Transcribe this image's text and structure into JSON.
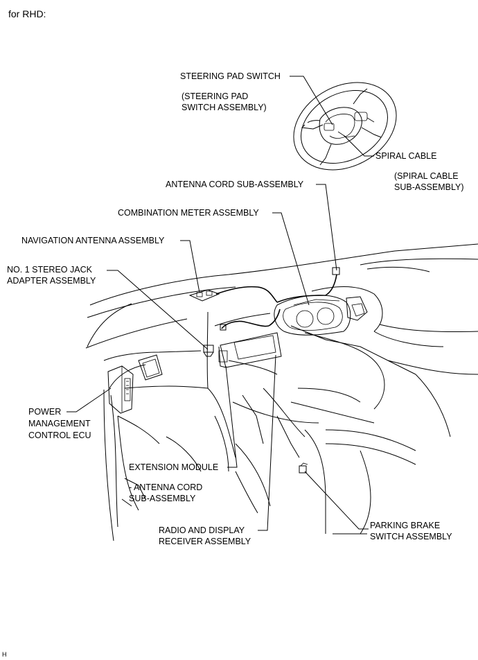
{
  "header": "for RHD:",
  "footer_code": "H",
  "labels": {
    "steering_pad_switch": "STEERING PAD SWITCH",
    "steering_pad_switch_assembly_1": "(STEERING PAD",
    "steering_pad_switch_assembly_2": "SWITCH ASSEMBLY)",
    "spiral_cable": "SPIRAL CABLE",
    "spiral_cable_sub_1": "(SPIRAL CABLE",
    "spiral_cable_sub_2": "SUB-ASSEMBLY)",
    "antenna_cord_sub_assembly": "ANTENNA CORD SUB-ASSEMBLY",
    "combination_meter_assembly": "COMBINATION METER ASSEMBLY",
    "navigation_antenna_assembly": "NAVIGATION ANTENNA ASSEMBLY",
    "stereo_jack_1": "NO. 1 STEREO JACK",
    "stereo_jack_2": "ADAPTER ASSEMBLY",
    "power_mgmt_1": "POWER",
    "power_mgmt_2": "MANAGEMENT",
    "power_mgmt_3": "CONTROL ECU",
    "extension_module": "EXTENSION MODULE",
    "antenna_cord_2_1": "- ANTENNA CORD",
    "antenna_cord_2_2": "SUB-ASSEMBLY",
    "radio_display_1": "RADIO AND DISPLAY",
    "radio_display_2": "RECEIVER ASSEMBLY",
    "parking_brake_1": "PARKING BRAKE",
    "parking_brake_2": "SWITCH ASSEMBLY"
  }
}
